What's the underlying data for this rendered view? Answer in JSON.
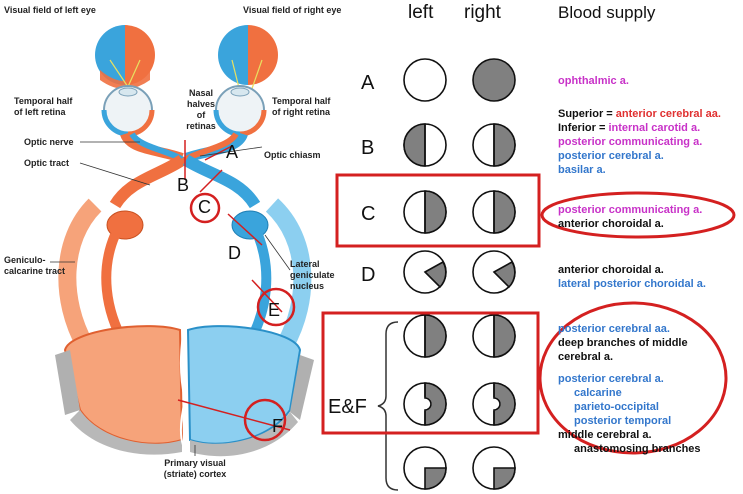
{
  "brain_labels": {
    "visual_field_left": "Visual field of left eye",
    "visual_field_right": "Visual field of right eye",
    "nasal_halves": "Nasal\nhalves\nof\nretinas",
    "temporal_left": "Temporal half\nof left retina",
    "temporal_right": "Temporal half\nof right retina",
    "optic_nerve": "Optic nerve",
    "optic_chiasm": "Optic chiasm",
    "optic_tract": "Optic tract",
    "geniculo": "Geniculo-\ncalcarine tract",
    "lateral_geniculate": "Lateral\ngeniculate\nnucleus",
    "primary_cortex": "Primary visual\n(striate) cortex"
  },
  "lesion_markers": [
    "A",
    "B",
    "C",
    "D",
    "E",
    "F"
  ],
  "columns": {
    "left": "left",
    "right": "right",
    "blood": "Blood supply"
  },
  "rows": [
    {
      "label": "A"
    },
    {
      "label": "B"
    },
    {
      "label": "C"
    },
    {
      "label": "D"
    },
    {
      "label": "E&F"
    }
  ],
  "blood_supply": {
    "a": [
      {
        "text": "ophthalmic a.",
        "color": "#c832c8"
      }
    ],
    "b_sup_prefix": "Superior = ",
    "b_sup": "anterior cerebral aa.",
    "b_inf_prefix": "Inferior = ",
    "b_inf": "internal carotid a.",
    "b_rest": [
      {
        "text": "posterior communicating a.",
        "color": "#c832c8"
      },
      {
        "text": "posterior cerebral a.",
        "color": "#3377cc"
      },
      {
        "text": "basilar a.",
        "color": "#3377cc"
      }
    ],
    "c": [
      {
        "text": "posterior communicating a.",
        "color": "#c832c8"
      },
      {
        "text": "anterior choroidal a.",
        "color": "#111111"
      }
    ],
    "d": [
      {
        "text": "anterior choroidal a.",
        "color": "#111111"
      },
      {
        "text": "lateral posterior choroidal a.",
        "color": "#3377cc"
      }
    ],
    "ef": [
      {
        "text": "posterior cerebral aa.",
        "color": "#3377cc",
        "indent": false
      },
      {
        "text": "deep branches of middle",
        "color": "#111111",
        "indent": false
      },
      {
        "text": "cerebral a.",
        "color": "#111111",
        "indent": false
      },
      {
        "text": "",
        "color": "#111111",
        "indent": false
      },
      {
        "text": "posterior cerebral a.",
        "color": "#3377cc",
        "indent": false
      },
      {
        "text": "calcarine",
        "color": "#3377cc",
        "indent": true
      },
      {
        "text": "parieto-occipital",
        "color": "#3377cc",
        "indent": true
      },
      {
        "text": "posterior temporal",
        "color": "#3377cc",
        "indent": true
      },
      {
        "text": "middle cerebral a.",
        "color": "#111111",
        "indent": false
      },
      {
        "text": "anastomosing branches",
        "color": "#111111",
        "indent": true
      }
    ]
  },
  "colors": {
    "orange": "#f07040",
    "orange_light": "#f6a37a",
    "blue": "#3aa4dc",
    "blue_light": "#8ccff0",
    "deficit_gray": "#808080",
    "highlight_red": "#d42020"
  }
}
